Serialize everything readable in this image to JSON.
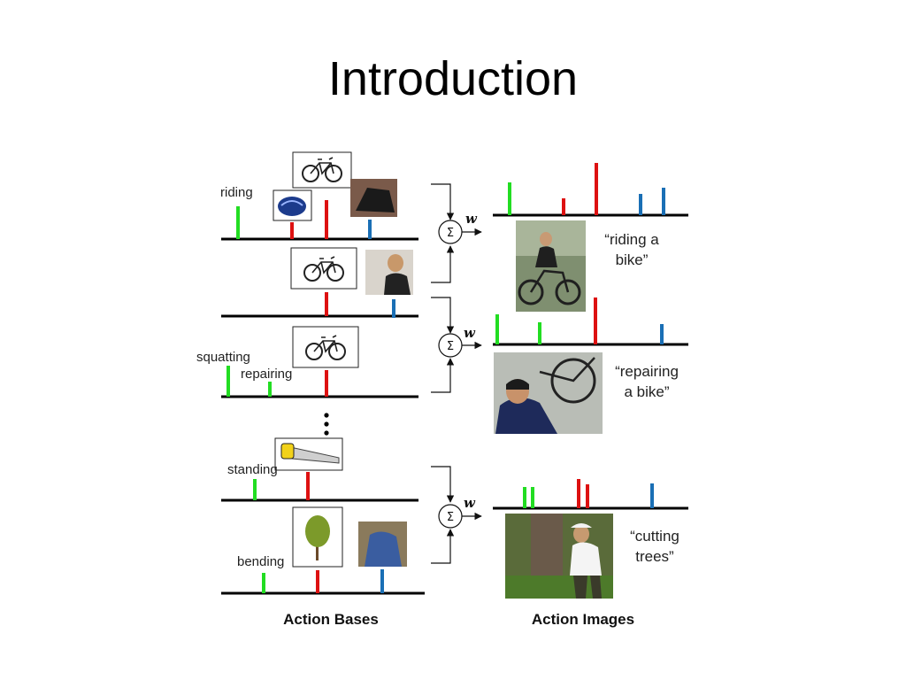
{
  "slide": {
    "title": "Introduction"
  },
  "diagram": {
    "left_caption": "Action Bases",
    "right_caption": "Action Images",
    "sum_symbol": "Σ",
    "weight_label": "w",
    "base_labels": {
      "riding": "riding",
      "squatting": "squatting",
      "repairing": "repairing",
      "standing": "standing",
      "bending": "bending"
    },
    "action_labels": [
      {
        "line1": "“riding a",
        "line2": "bike”"
      },
      {
        "line1": "“repairing",
        "line2": "a bike”"
      },
      {
        "line1": "“cutting",
        "line2": "trees”"
      }
    ],
    "image_names": [
      "bicycle-image",
      "helmet-image",
      "leg-image",
      "person-image",
      "saw-image",
      "tree-image",
      "crouching-person-image",
      "riding-photo",
      "repairing-photo",
      "cutting-trees-photo"
    ],
    "colors": {
      "green": "#22dd22",
      "red": "#dd1111",
      "blue": "#1a6fb5",
      "axis": "#000000"
    }
  }
}
